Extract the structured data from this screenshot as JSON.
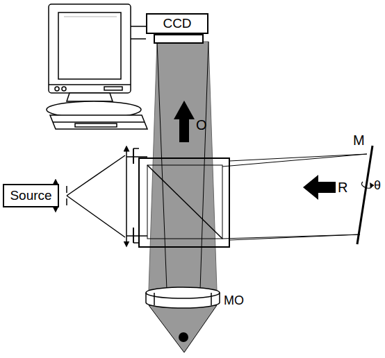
{
  "diagram": {
    "nodes": [
      {
        "text": [
          "CCD"
        ]
      },
      {
        "text": [
          "Source"
        ]
      }
    ],
    "labels": [
      "O",
      "R",
      "M",
      "θ",
      "MO"
    ]
  }
}
